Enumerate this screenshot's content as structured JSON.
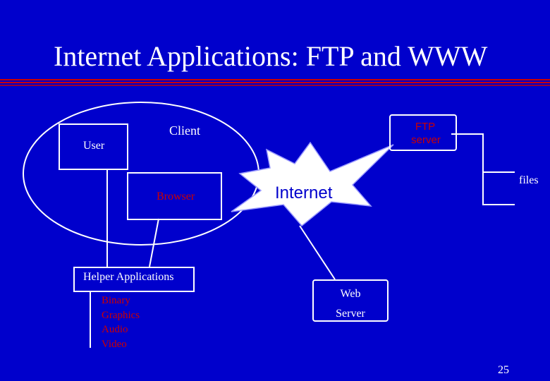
{
  "title": "Internet Applications: FTP and WWW",
  "labels": {
    "client": "Client",
    "user": "User",
    "browser": "Browser",
    "internet": "Internet",
    "ftp_server_line1": "FTP",
    "ftp_server_line2": "server",
    "files": "files",
    "helper_applications": "Helper Applications",
    "web_server_line1": "Web",
    "web_server_line2": "Server"
  },
  "helper_list": [
    "Binary",
    "Graphics",
    "Audio",
    "Video"
  ],
  "page_number": "25",
  "colors": {
    "background": "#0000cc",
    "foreground": "#ffffff",
    "accent_lines": "#cc0000"
  }
}
